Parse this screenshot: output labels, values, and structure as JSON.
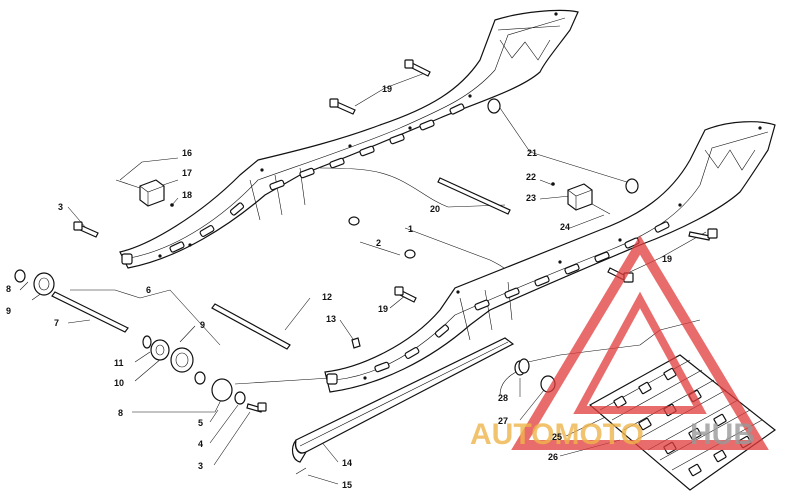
{
  "callouts": {
    "c1": "1",
    "c2": "2",
    "c3a": "3",
    "c3b": "3",
    "c4": "4",
    "c5": "5",
    "c6": "6",
    "c7": "7",
    "c8a": "8",
    "c8b": "8",
    "c9a": "9",
    "c9b": "9",
    "c10": "10",
    "c11": "11",
    "c12": "12",
    "c13": "13",
    "c14": "14",
    "c15": "15",
    "c16": "16",
    "c17": "17",
    "c18": "18",
    "c19a": "19",
    "c19b": "19",
    "c19c": "19",
    "c20": "20",
    "c21": "21",
    "c22": "22",
    "c23": "23",
    "c24": "24",
    "c25": "25",
    "c26": "26",
    "c27": "27",
    "c28": "28"
  },
  "watermark": {
    "word_left": "AUTOMOTO",
    "word_right": "HUB",
    "color_left": "#f0b54a",
    "color_right": "#9a9a9a",
    "logo_color": "#e23b3b"
  }
}
